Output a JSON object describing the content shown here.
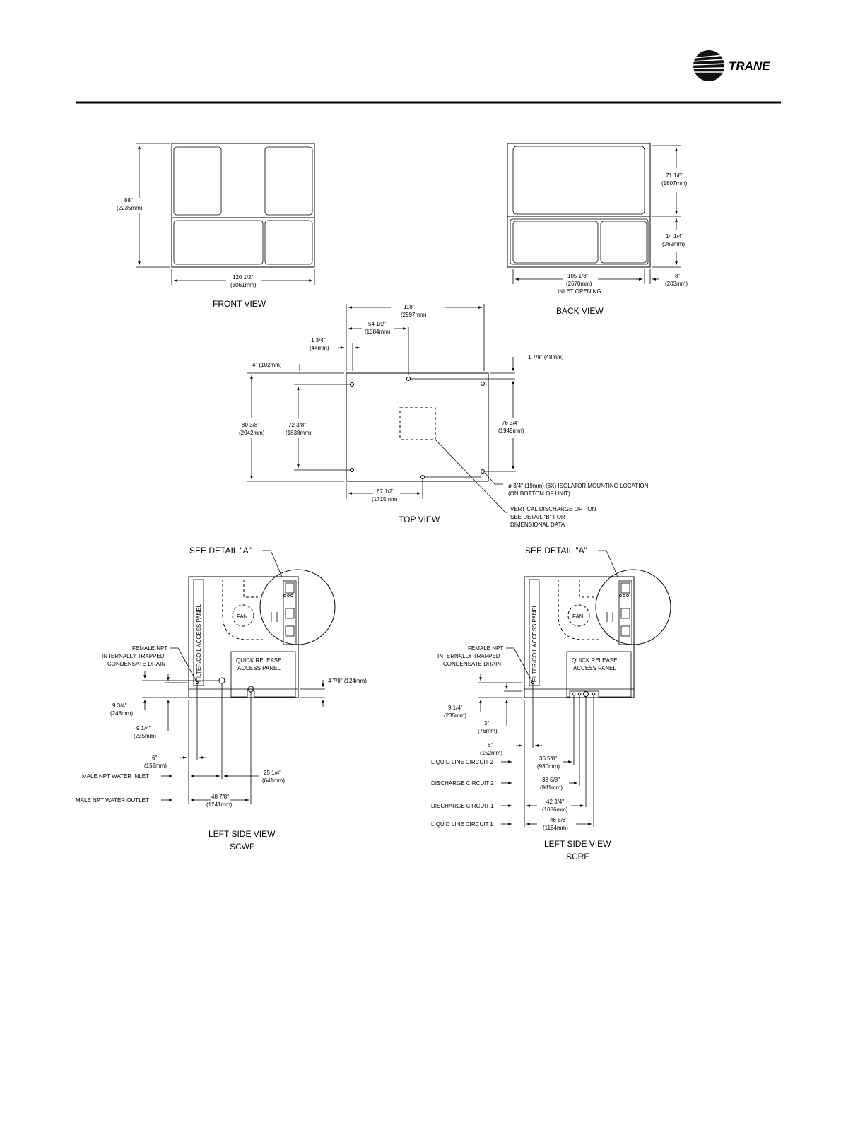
{
  "brand": {
    "name": "TRANE"
  },
  "front_view": {
    "title": "FRONT VIEW",
    "height_in": "88\"",
    "height_mm": "(2235mm)",
    "width_in": "120 1/2\"",
    "width_mm": "(3061mm)"
  },
  "back_view": {
    "title": "BACK VIEW",
    "upper_in": "71 1/8\"",
    "upper_mm": "(1807mm)",
    "lower_in": "14 1/4\"",
    "lower_mm": "(362mm)",
    "inlet_in": "105 1/8\"",
    "inlet_mm": "(2670mm)",
    "inlet_label": "INLET OPENING",
    "offset_in": "8\"",
    "offset_mm": "(203mm)"
  },
  "top_view": {
    "title": "TOP VIEW",
    "overall_in": "118\"",
    "overall_mm": "(2997mm)",
    "mid_in": "54 1/2\"",
    "mid_mm": "(1384mm)",
    "edge_in": "1 3/4\"",
    "edge_mm": "(44mm)",
    "left_offset": "4\" (102mm)",
    "right_offset": "1 7/8\" (48mm)",
    "depth_in": "80 3/8\"",
    "depth_mm": "(2042mm)",
    "inner_depth_in": "72 3/8\"",
    "inner_depth_mm": "(1838mm)",
    "right_depth_in": "76 3/4\"",
    "right_depth_mm": "(1949mm)",
    "bottom_in": "67 1/2\"",
    "bottom_mm": "(1715mm)",
    "isolator_line1": "ø 3/4\" (19mm) (6X) ISOLATOR MOUNTING LOCATION",
    "isolator_line2": "(ON BOTTOM OF UNIT)",
    "discharge_line1": "VERTICAL DISCHARGE OPTION",
    "discharge_line2": "SEE DETAIL \"B\" FOR",
    "discharge_line3": "DIMENSIONAL DATA"
  },
  "scwf": {
    "see_detail": "SEE DETAIL \"A\"",
    "panel_label": "FILTER/COIL ACCESS PANEL",
    "fan_label": "FAN",
    "qr_line1": "QUICK RELEASE",
    "qr_line2": "ACCESS PANEL",
    "drain_line1": "FEMALE NPT",
    "drain_line2": "INTERNALLY TRAPPED",
    "drain_line3": "CONDENSATE DRAIN",
    "right_dim": "4 7/8\" (124mm)",
    "d1_in": "9 3/4\"",
    "d1_mm": "(248mm)",
    "d2_in": "9 1/4\"",
    "d2_mm": "(235mm)",
    "d3_in": "6\"",
    "d3_mm": "(152mm)",
    "inlet_label": "MALE NPT WATER INLET",
    "d4_in": "25 1/4\"",
    "d4_mm": "(641mm)",
    "outlet_label": "MALE NPT WATER OUTLET",
    "d5_in": "48 7/8\"",
    "d5_mm": "(1241mm)",
    "title1": "LEFT SIDE VIEW",
    "title2": "SCWF"
  },
  "scrf": {
    "see_detail": "SEE DETAIL \"A\"",
    "panel_label": "FILTER/COIL ACCESS PANEL",
    "fan_label": "FAN",
    "qr_line1": "QUICK RELEASE",
    "qr_line2": "ACCESS PANEL",
    "drain_line1": "FEMALE NPT",
    "drain_line2": "INTERNALLY TRAPPED",
    "drain_line3": "CONDENSATE DRAIN",
    "d1_in": "9 1/4\"",
    "d1_mm": "(235mm)",
    "d2_in": "3\"",
    "d2_mm": "(76mm)",
    "d3_in": "6\"",
    "d3_mm": "(152mm)",
    "ll2_label": "LIQUID LINE CIRCUIT 2",
    "ll2_in": "36 5/8\"",
    "ll2_mm": "(930mm)",
    "dc2_label": "DISCHARGE CIRCUIT 2",
    "dc2_in": "38 5/8\"",
    "dc2_mm": "(981mm)",
    "dc1_label": "DISCHARGE CIRCUIT 1",
    "dc1_in": "42 3/4\"",
    "dc1_mm": "(1086mm)",
    "ll1_label": "LIQUID LINE CIRCUIT 1",
    "ll1_in": "46 5/8\"",
    "ll1_mm": "(1184mm)",
    "title1": "LEFT SIDE VIEW",
    "title2": "SCRF"
  }
}
